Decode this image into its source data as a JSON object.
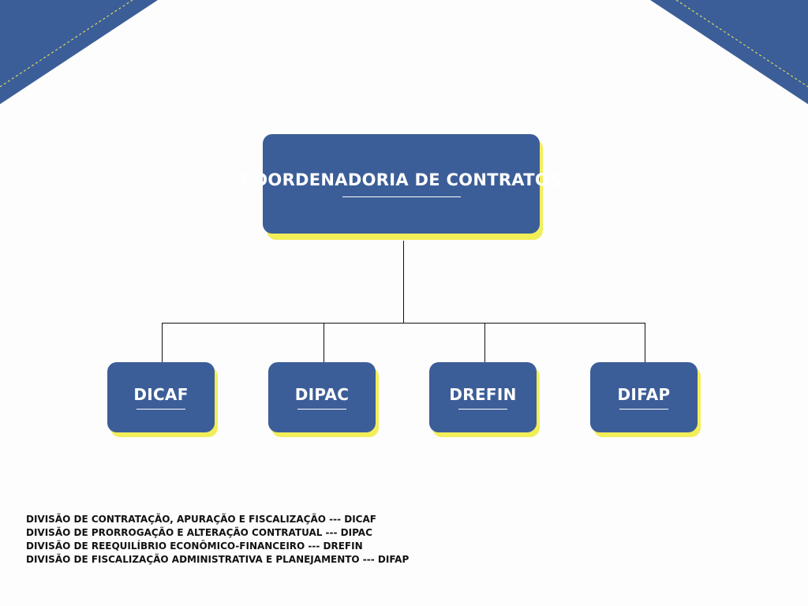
{
  "colors": {
    "node_fill": "#3c5e98",
    "node_shadow": "#f2ee5a",
    "corner_fill": "#3c5e98",
    "corner_stitch": "#f2ee5a",
    "connector": "#111111"
  },
  "diagram": {
    "root": {
      "label": "COORDENADORIA DE CONTRATOS"
    },
    "children": [
      {
        "label": "DICAF"
      },
      {
        "label": "DIPAC"
      },
      {
        "label": "DREFIN"
      },
      {
        "label": "DIFAP"
      }
    ]
  },
  "legend": {
    "lines": [
      "DIVISÃO DE CONTRATAÇÃO, APURAÇÃO E FISCALIZAÇÃO --- DICAF",
      "DIVISÃO DE PRORROGAÇÃO E ALTERAÇÃO CONTRATUAL --- DIPAC",
      "DIVISÃO DE REEQUILÍBRIO ECONÔMICO-FINANCEIRO --- DREFIN",
      "DIVISÃO DE FISCALIZAÇÃO ADMINISTRATIVA E PLANEJAMENTO --- DIFAP"
    ]
  }
}
